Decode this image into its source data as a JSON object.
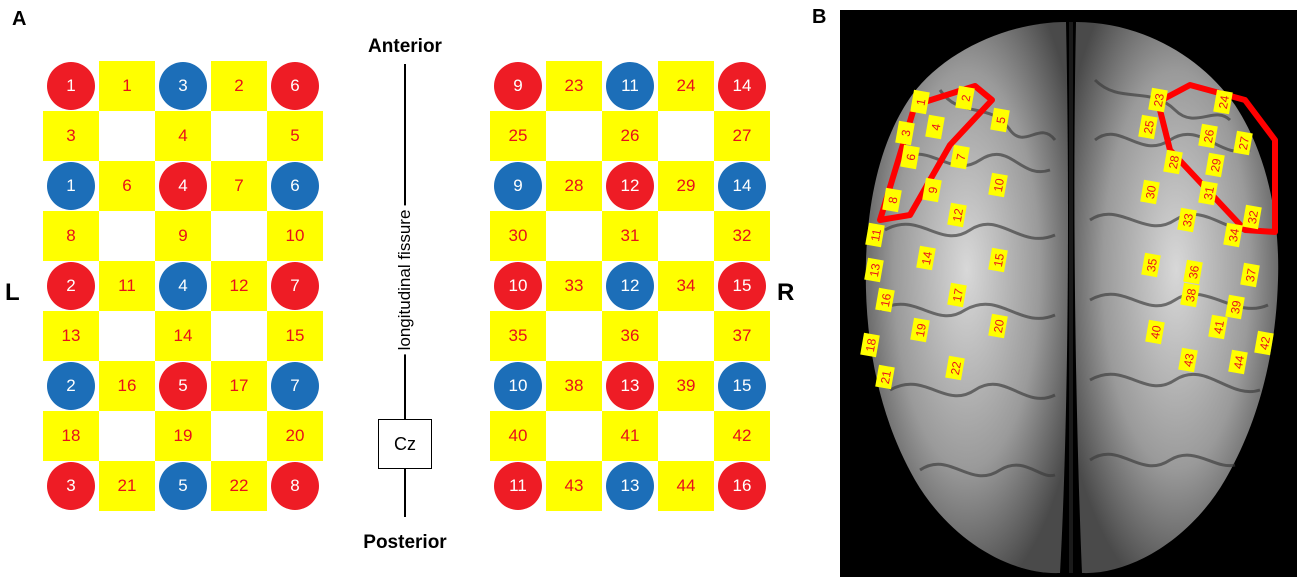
{
  "panel_a": {
    "letter": "A",
    "left_label": "L",
    "right_label": "R",
    "anterior": "Anterior",
    "posterior": "Posterior",
    "fissure": "longitudinal fissure",
    "cz": "Cz",
    "left_grid": {
      "optodes": [
        {
          "label": "1",
          "type": "source"
        },
        {
          "label": "3",
          "type": "detector"
        },
        {
          "label": "6",
          "type": "source"
        },
        {
          "label": "1",
          "type": "detector"
        },
        {
          "label": "4",
          "type": "source"
        },
        {
          "label": "6",
          "type": "detector"
        },
        {
          "label": "2",
          "type": "source"
        },
        {
          "label": "4",
          "type": "detector"
        },
        {
          "label": "7",
          "type": "source"
        },
        {
          "label": "2",
          "type": "detector"
        },
        {
          "label": "5",
          "type": "source"
        },
        {
          "label": "7",
          "type": "detector"
        },
        {
          "label": "3",
          "type": "source"
        },
        {
          "label": "5",
          "type": "detector"
        },
        {
          "label": "8",
          "type": "source"
        }
      ],
      "channels": [
        "1",
        "2",
        "3",
        "4",
        "5",
        "6",
        "7",
        "8",
        "9",
        "10",
        "11",
        "12",
        "13",
        "14",
        "15",
        "16",
        "17",
        "18",
        "19",
        "20",
        "21",
        "22"
      ]
    },
    "right_grid": {
      "optodes": [
        {
          "label": "9",
          "type": "source"
        },
        {
          "label": "11",
          "type": "detector"
        },
        {
          "label": "14",
          "type": "source"
        },
        {
          "label": "9",
          "type": "detector"
        },
        {
          "label": "12",
          "type": "source"
        },
        {
          "label": "14",
          "type": "detector"
        },
        {
          "label": "10",
          "type": "source"
        },
        {
          "label": "12",
          "type": "detector"
        },
        {
          "label": "15",
          "type": "source"
        },
        {
          "label": "10",
          "type": "detector"
        },
        {
          "label": "13",
          "type": "source"
        },
        {
          "label": "15",
          "type": "detector"
        },
        {
          "label": "11",
          "type": "source"
        },
        {
          "label": "13",
          "type": "detector"
        },
        {
          "label": "16",
          "type": "source"
        }
      ],
      "channels": [
        "23",
        "24",
        "25",
        "26",
        "27",
        "28",
        "29",
        "30",
        "31",
        "32",
        "33",
        "34",
        "35",
        "36",
        "37",
        "38",
        "39",
        "40",
        "41",
        "42",
        "43",
        "44"
      ]
    }
  },
  "panel_b": {
    "letter": "B",
    "left_channels": [
      "1",
      "2",
      "3",
      "4",
      "5",
      "6",
      "7",
      "8",
      "9",
      "10",
      "11",
      "12",
      "13",
      "14",
      "15",
      "16",
      "17",
      "18",
      "19",
      "20",
      "21",
      "22"
    ],
    "right_channels": [
      "23",
      "24",
      "25",
      "26",
      "27",
      "28",
      "29",
      "30",
      "31",
      "32",
      "33",
      "34",
      "35",
      "36",
      "37",
      "38",
      "39",
      "40",
      "41",
      "42",
      "43",
      "44"
    ]
  },
  "colors": {
    "source": "#ee1c25",
    "detector": "#1c6eb8",
    "channel_bg": "#ffff00",
    "channel_text": "#e8101a",
    "roi_outline": "#ff0000"
  }
}
